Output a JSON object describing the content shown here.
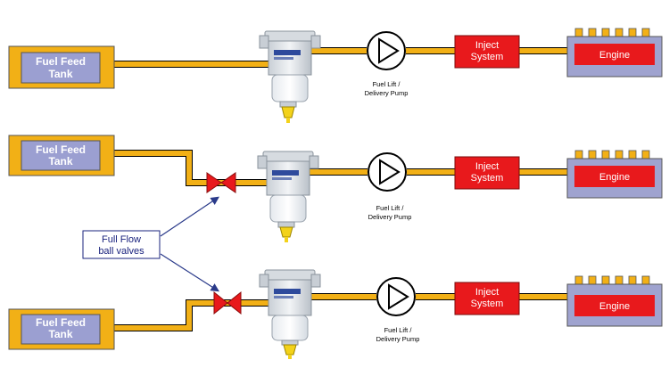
{
  "rows": [
    {
      "tank": [
        "Fuel Feed",
        "Tank"
      ],
      "pump": [
        "Fuel Lift /",
        "Delivery Pump"
      ],
      "inject": [
        "Inject",
        "System"
      ],
      "engine": "Engine",
      "valve": false
    },
    {
      "tank": [
        "Fuel Feed",
        "Tank"
      ],
      "pump": [
        "Fuel Lift /",
        "Delivery Pump"
      ],
      "inject": [
        "Inject",
        "System"
      ],
      "engine": "Engine",
      "valve": true
    },
    {
      "tank": [
        "Fuel Feed",
        "Tank"
      ],
      "pump": [
        "Fuel Lift /",
        "Delivery Pump"
      ],
      "inject": [
        "Inject",
        "System"
      ],
      "engine": "Engine",
      "valve": true
    }
  ],
  "callout": [
    "Full Flow",
    "ball valves"
  ],
  "colors": {
    "pipe": "#f2b016",
    "tank_frame": "#f2b016",
    "tank_fill": "#9b9fd1",
    "inject_fill": "#e8191c",
    "engine_body": "#9fa3cf",
    "engine_fill": "#e8191c",
    "valve": "#e8191c",
    "arrow": "#2a3a8a"
  }
}
